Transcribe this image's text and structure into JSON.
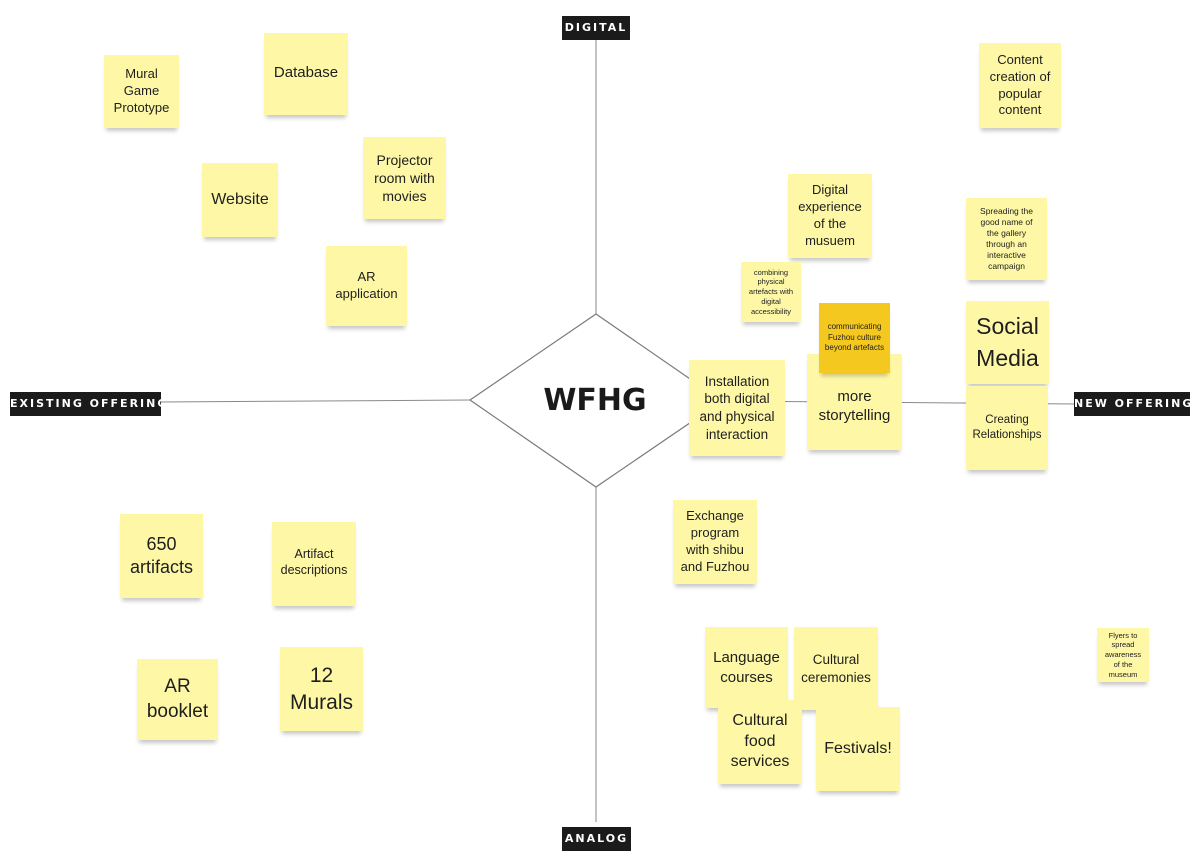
{
  "board": {
    "center_title": "WFHG",
    "axes": {
      "top": "DIGITAL",
      "bottom": "ANALOG",
      "left": "EXISTING OFFERING",
      "right": "NEW OFFERING"
    },
    "colors": {
      "sticky_yellow": "#fef8a6",
      "sticky_dark_yellow": "#f4c81f",
      "axis_label_bg": "#1b1b1b",
      "line": "#8a8a8a"
    },
    "notes": [
      {
        "id": "mural-game-prototype",
        "text": "Mural Game Prototype"
      },
      {
        "id": "database",
        "text": "Database"
      },
      {
        "id": "website",
        "text": "Website"
      },
      {
        "id": "projector-room",
        "text": "Projector room with movies"
      },
      {
        "id": "ar-application",
        "text": "AR application"
      },
      {
        "id": "content-creation",
        "text": "Content creation of popular content"
      },
      {
        "id": "digital-experience",
        "text": "Digital experience of the musuem"
      },
      {
        "id": "spreading-good-name",
        "text": "Spreading the good name of the gallery through an interactive campaign"
      },
      {
        "id": "combining-physical",
        "text": "combining physical artefacts with digital accessibility"
      },
      {
        "id": "social-media",
        "text": "Social Media"
      },
      {
        "id": "more-storytelling",
        "text": "more storytelling"
      },
      {
        "id": "communicating-fuzhou",
        "text": "communicating Fuzhou culture beyond artefacts"
      },
      {
        "id": "installation",
        "text": "Installation both digital and physical interaction"
      },
      {
        "id": "creating-relationships",
        "text": "Creating Relationships"
      },
      {
        "id": "exchange-program",
        "text": "Exchange program with shibu and Fuzhou"
      },
      {
        "id": "650-artifacts",
        "text": "650 artifacts"
      },
      {
        "id": "artifact-descriptions",
        "text": "Artifact descriptions"
      },
      {
        "id": "ar-booklet",
        "text": "AR booklet"
      },
      {
        "id": "12-murals",
        "text": "12 Murals"
      },
      {
        "id": "language-courses",
        "text": "Language courses"
      },
      {
        "id": "cultural-ceremonies",
        "text": "Cultural ceremonies"
      },
      {
        "id": "cultural-food-services",
        "text": "Cultural food services"
      },
      {
        "id": "festivals",
        "text": "Festivals!"
      },
      {
        "id": "flyers",
        "text": "Flyers to spread awareness of the museum"
      }
    ]
  }
}
